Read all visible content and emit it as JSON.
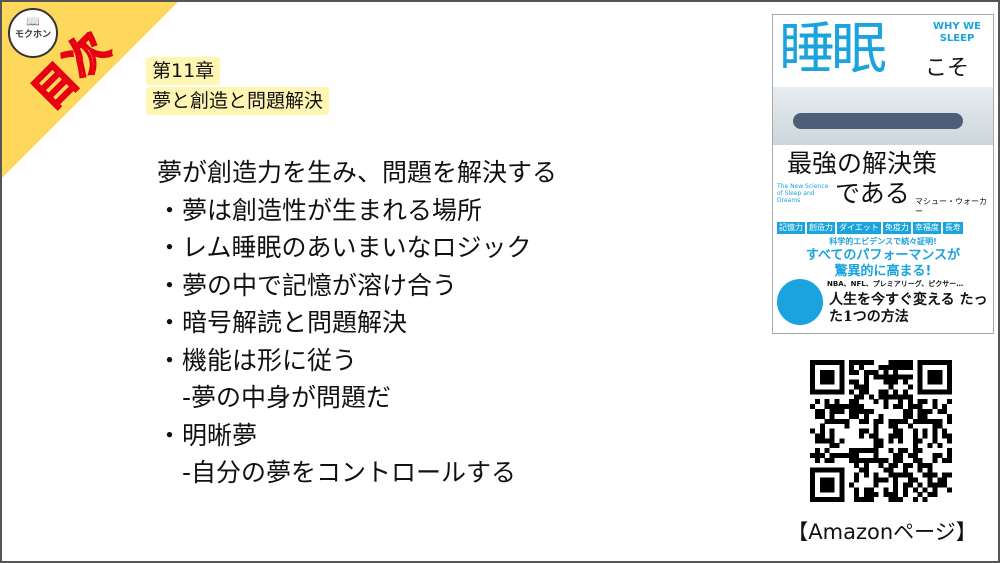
{
  "logo": {
    "icon": "open-book-icon",
    "text": "モクホン"
  },
  "badge": "目次",
  "colors": {
    "triangle": "#fdd85a",
    "badge_stroke": "#e60012",
    "highlight": "#fff6b3",
    "cover_accent": "#1ba3dd"
  },
  "chapter": {
    "number": "第11章",
    "title": "夢と創造と問題解決"
  },
  "lines": [
    "夢が創造力を生み、問題を解決する",
    "・夢は創造性が生まれる場所",
    "・レム睡眠のあいまいなロジック",
    "・夢の中で記憶が溶け合う",
    "・暗号解読と問題解決",
    "・機能は形に従う",
    "　-夢の中身が問題だ",
    "・明晰夢",
    "　-自分の夢をコントロールする"
  ],
  "book_cover": {
    "title_main": "睡眠",
    "title_kana": "こそ",
    "title_en": "WHY WE SLEEP",
    "subtitle1": "最強の解決策",
    "subtitle2": "である",
    "subtitle_en": "The New Science of Sleep and Dreams",
    "author": "マシュー・ウォーカー",
    "tags": [
      "記憶力",
      "創造力",
      "ダイエット",
      "免疫力",
      "幸福度",
      "長寿"
    ],
    "banner1": "科学的エビデンスで続々証明!",
    "banner2": "すべてのパフォーマンスが",
    "banner3": "驚異的に高まる!",
    "blurb": "NBA、NFL、プレミアリーグ、ピクサー…",
    "tagline": "人生を今すぐ変える たった1つの方法"
  },
  "qr_label": "【Amazonページ】"
}
